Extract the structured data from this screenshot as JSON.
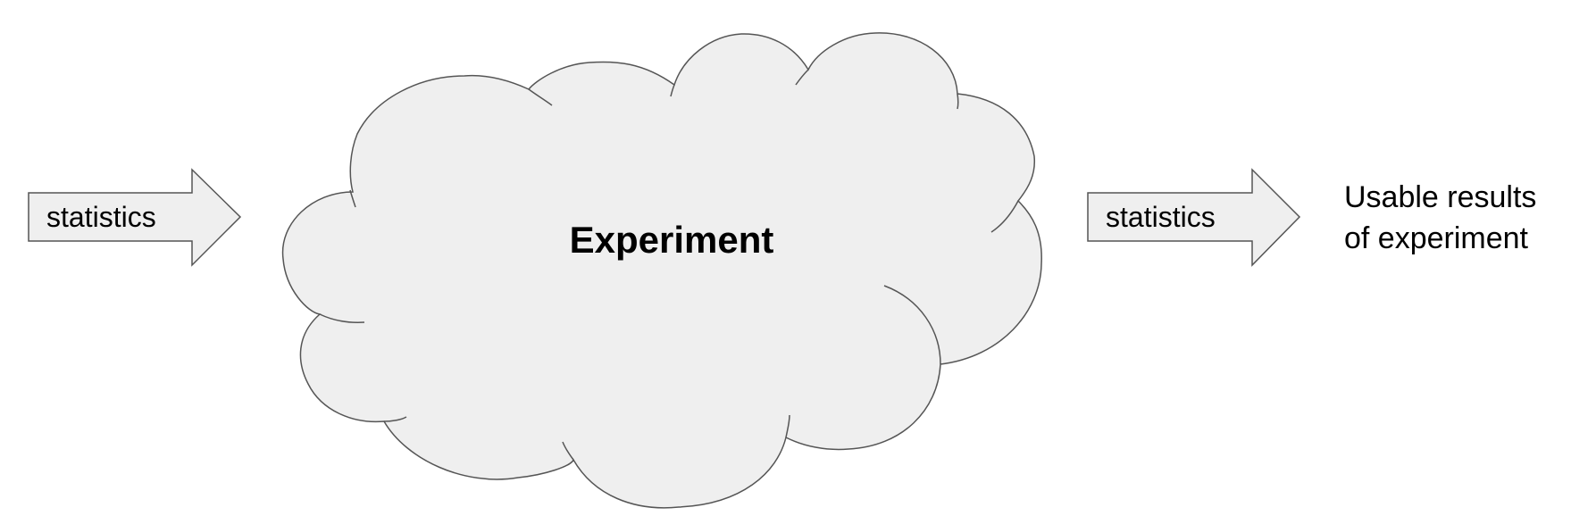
{
  "diagram": {
    "input_arrow": {
      "label": "statistics"
    },
    "cloud": {
      "label": "Experiment"
    },
    "output_arrow": {
      "label": "statistics"
    },
    "result": {
      "lines": [
        "Usable results",
        "of experiment"
      ]
    }
  },
  "colors": {
    "fill": "#efefef",
    "stroke": "#555555",
    "text": "#000000"
  }
}
